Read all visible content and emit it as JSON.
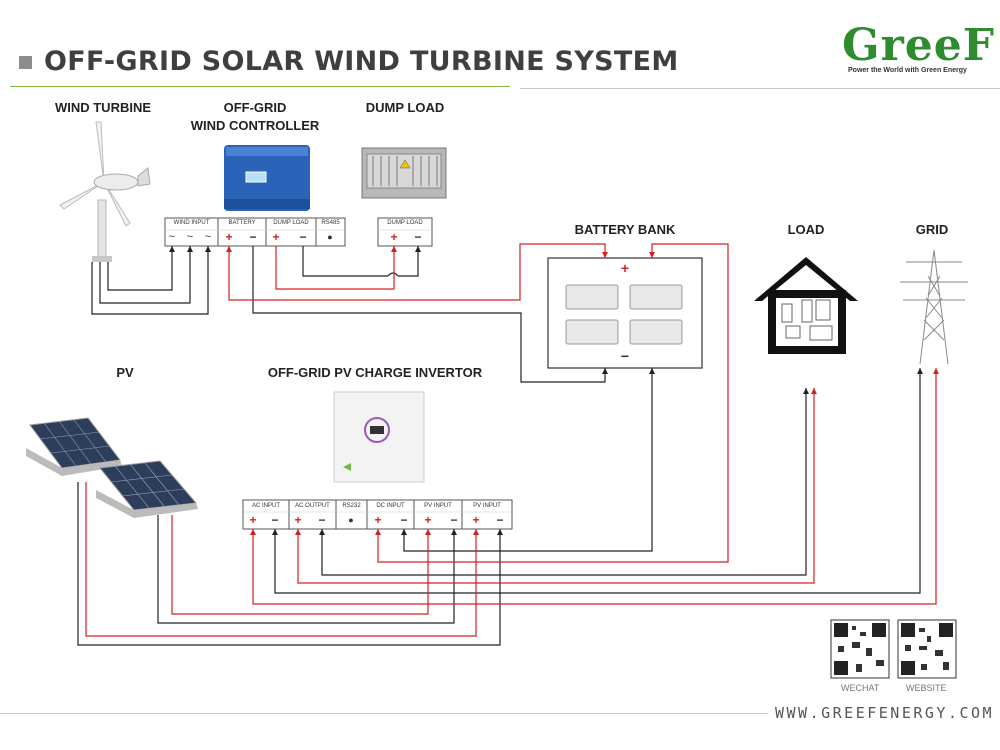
{
  "header": {
    "title": "OFF-GRID SOLAR WIND TURBINE SYSTEM",
    "brand": "GreeF",
    "tagline": "Power the World with Green Energy"
  },
  "components": {
    "wind_turbine": "WIND TURBINE",
    "wind_controller_line1": "OFF-GRID",
    "wind_controller_line2": "WIND CONTROLLER",
    "dump_load": "DUMP LOAD",
    "battery_bank": "BATTERY BANK",
    "load": "LOAD",
    "grid": "GRID",
    "pv": "PV",
    "inverter": "OFF-GRID PV CHARGE INVERTOR"
  },
  "controller_terminals": {
    "wind_input": "WIND INPUT",
    "battery": "BATTERY",
    "dump_load": "DUMP LOAD",
    "rs485": "RS485",
    "ac_symbol": "~"
  },
  "dump_load_terminal": "DUMP LOAD",
  "inverter_terminals": {
    "ac_input": "AC INPUT",
    "ac_output": "AC OUTPUT",
    "rs232": "RS232",
    "dc_input": "DC INPUT",
    "pv_input_1": "PV INPUT",
    "pv_input_2": "PV INPUT"
  },
  "symbols": {
    "plus": "+",
    "minus": "−",
    "dot": "●"
  },
  "qr": {
    "wechat": "WECHAT",
    "website": "WEBSITE"
  },
  "footer": {
    "website": "WWW.GREEFENERGY.COM"
  },
  "colors": {
    "positive_wire": "#d62020",
    "negative_wire": "#222222",
    "accent": "#7ab648",
    "controller_blue": "#2a63b8"
  }
}
